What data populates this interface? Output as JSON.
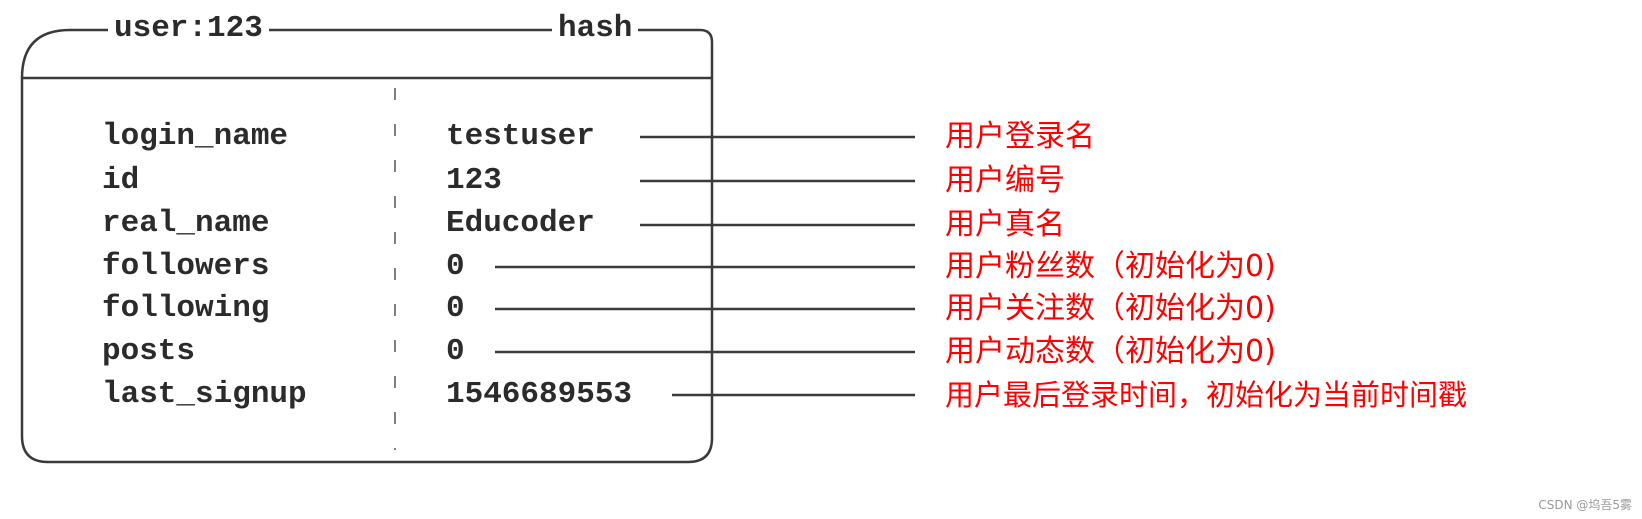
{
  "record": {
    "key": "user:123",
    "type": "hash"
  },
  "fields": [
    {
      "name": "login_name",
      "value": "testuser",
      "note": "用户登录名"
    },
    {
      "name": "id",
      "value": "123",
      "note": "用户编号"
    },
    {
      "name": "real_name",
      "value": "Educoder",
      "note": "用户真名"
    },
    {
      "name": "followers",
      "value": "0",
      "note": "用户粉丝数（初始化为0)"
    },
    {
      "name": "following",
      "value": "0",
      "note": "用户关注数（初始化为0)"
    },
    {
      "name": "posts",
      "value": "0",
      "note": "用户动态数（初始化为0)"
    },
    {
      "name": "last_signup",
      "value": "1546689553",
      "note": "用户最后登录时间，初始化为当前时间戳"
    }
  ],
  "watermark": "CSDN @坞吾5雾",
  "colors": {
    "outline": "#3a3a3a",
    "text": "#2b2b2b",
    "note": "#ff0000"
  }
}
